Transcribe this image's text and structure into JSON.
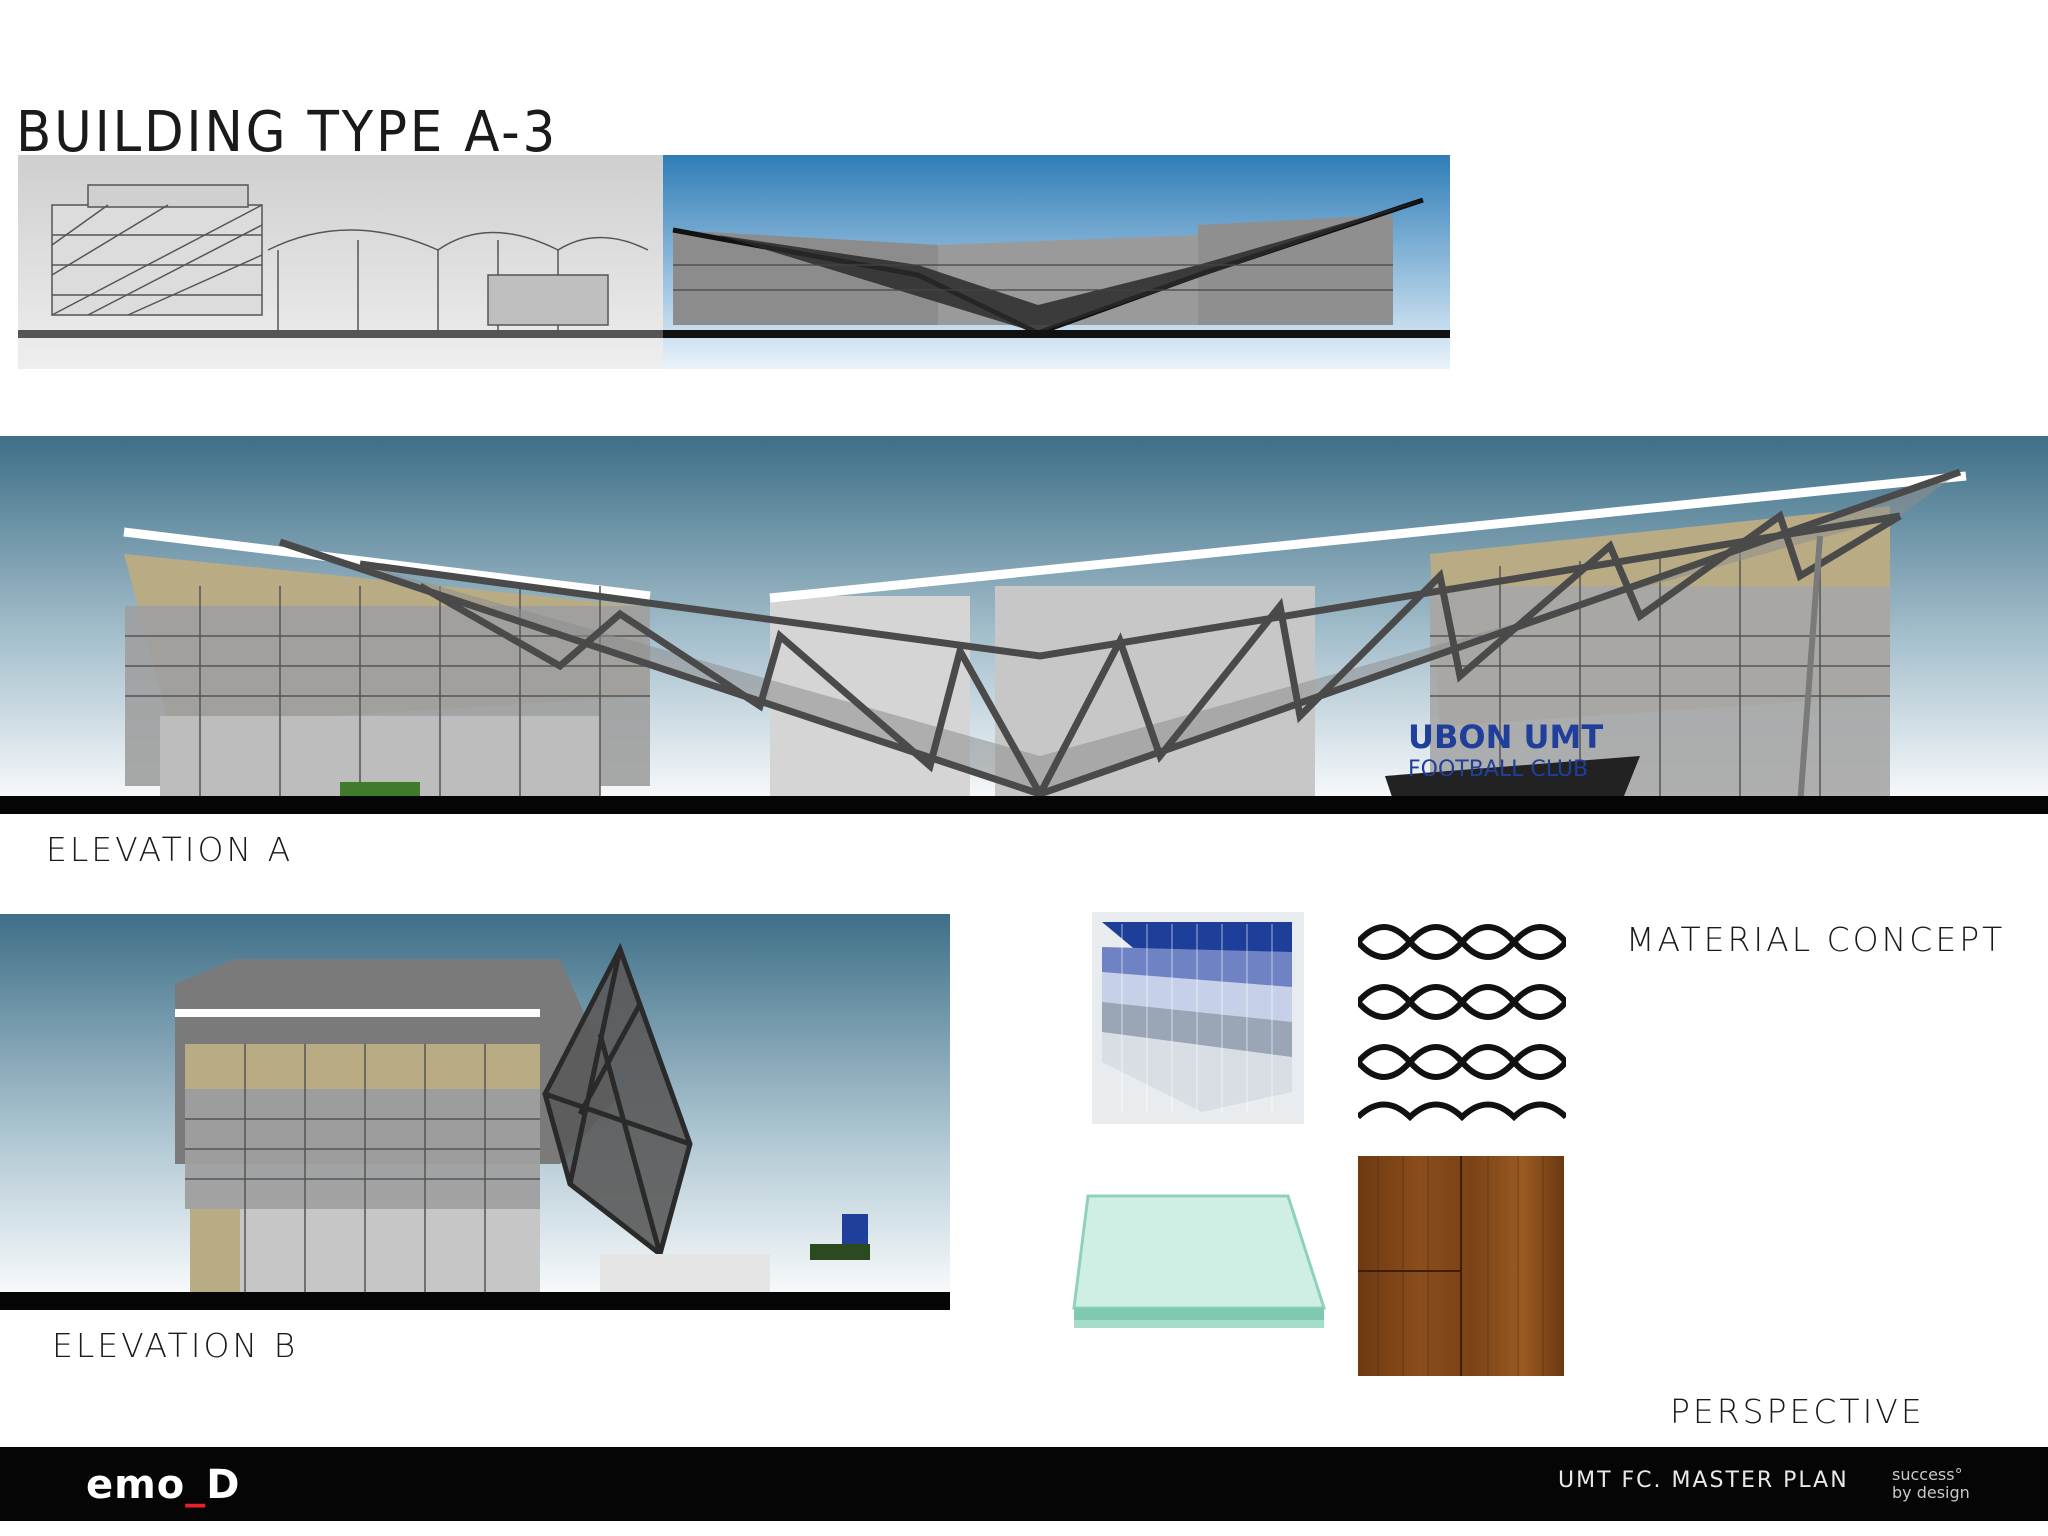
{
  "board": {
    "title": "BUILDING TYPE  A-3",
    "elevation_a_label": "ELEVATION A",
    "elevation_b_label": "ELEVATION B",
    "material_label": "MATERIAL CONCEPT",
    "perspective_label": "PERSPECTIVE",
    "signage": {
      "line1": "UBON UMT",
      "line2": "FOOTBALL CLUB"
    }
  },
  "footer": {
    "logo_main": "emo",
    "logo_sep": "_",
    "logo_end": "D",
    "project": "UMT FC. MASTER PLAN",
    "tagline_1": "success°",
    "tagline_2": "by design"
  },
  "colors": {
    "sky_top": "#3e6f87",
    "sky_bottom": "#ffffff",
    "ground": "#050505",
    "cladding": "#b9ab84",
    "signage": "#1f3f9a",
    "accent_red": "#e8222a"
  }
}
